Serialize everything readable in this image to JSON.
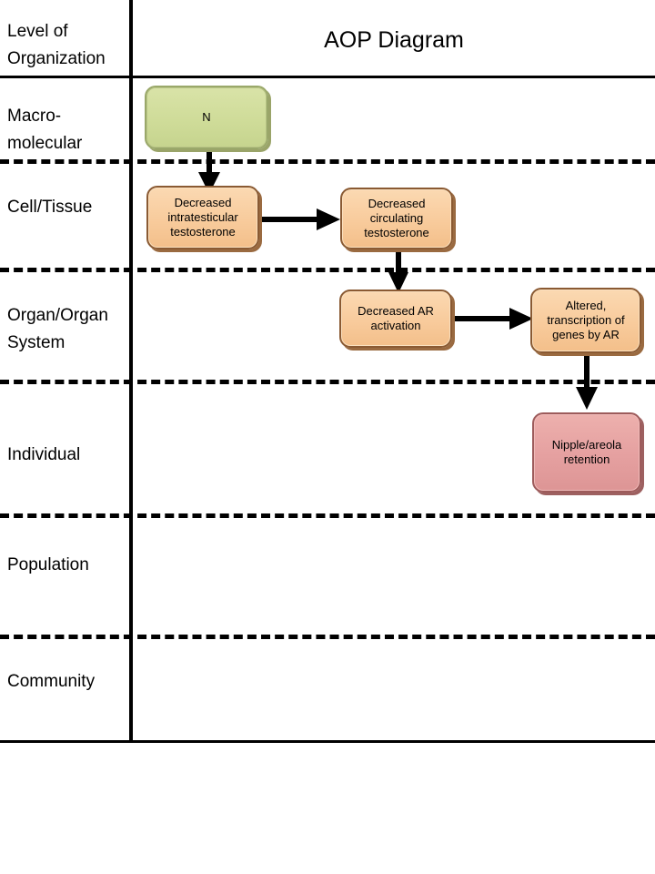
{
  "header": {
    "level_label_line1": "Level of",
    "level_label_line2": "Organization",
    "title": "AOP Diagram"
  },
  "rows": [
    {
      "id": "macromolecular",
      "label_line1": "Macro-",
      "label_line2": "molecular"
    },
    {
      "id": "cell-tissue",
      "label_line1": "Cell/Tissue",
      "label_line2": ""
    },
    {
      "id": "organ-organ-system",
      "label_line1": "Organ/Organ",
      "label_line2": "System"
    },
    {
      "id": "individual",
      "label_line1": "Individual",
      "label_line2": ""
    },
    {
      "id": "population",
      "label_line1": "Population",
      "label_line2": ""
    },
    {
      "id": "community",
      "label_line1": "Community",
      "label_line2": ""
    }
  ],
  "nodes": [
    {
      "id": "molecular-initiating-event",
      "text": "N",
      "row": "macromolecular",
      "color": "#cfdc99"
    },
    {
      "id": "decreased-intratesticular-testosterone",
      "text": "Decreased intratesticular testosterone",
      "row": "cell-tissue",
      "color": "#f8cb9c"
    },
    {
      "id": "decreased-circulating-testosterone",
      "text": "Decreased circulating testosterone",
      "row": "cell-tissue",
      "color": "#f8cb9c"
    },
    {
      "id": "decreased-ar-activation",
      "text": "Decreased AR activation",
      "row": "organ-organ-system",
      "color": "#f8cb9c"
    },
    {
      "id": "altered-transcription-of-genes-by-ar",
      "text": "Altered, transcription of genes by AR",
      "row": "organ-organ-system",
      "color": "#f8cb9c"
    },
    {
      "id": "nipple-areola-retention",
      "text": "Nipple/areola retention",
      "row": "individual",
      "color": "#e5a0a0"
    }
  ],
  "connections": [
    {
      "from": "molecular-initiating-event",
      "to": "decreased-intratesticular-testosterone",
      "direction": "down"
    },
    {
      "from": "decreased-intratesticular-testosterone",
      "to": "decreased-circulating-testosterone",
      "direction": "right"
    },
    {
      "from": "decreased-circulating-testosterone",
      "to": "decreased-ar-activation",
      "direction": "down"
    },
    {
      "from": "decreased-ar-activation",
      "to": "altered-transcription-of-genes-by-ar",
      "direction": "right"
    },
    {
      "from": "altered-transcription-of-genes-by-ar",
      "to": "nipple-areola-retention",
      "direction": "down"
    }
  ],
  "colors": {
    "line": "#000000",
    "background": "#ffffff",
    "green": "#cfdc99",
    "orange": "#f8cb9c",
    "pink": "#e5a0a0"
  }
}
